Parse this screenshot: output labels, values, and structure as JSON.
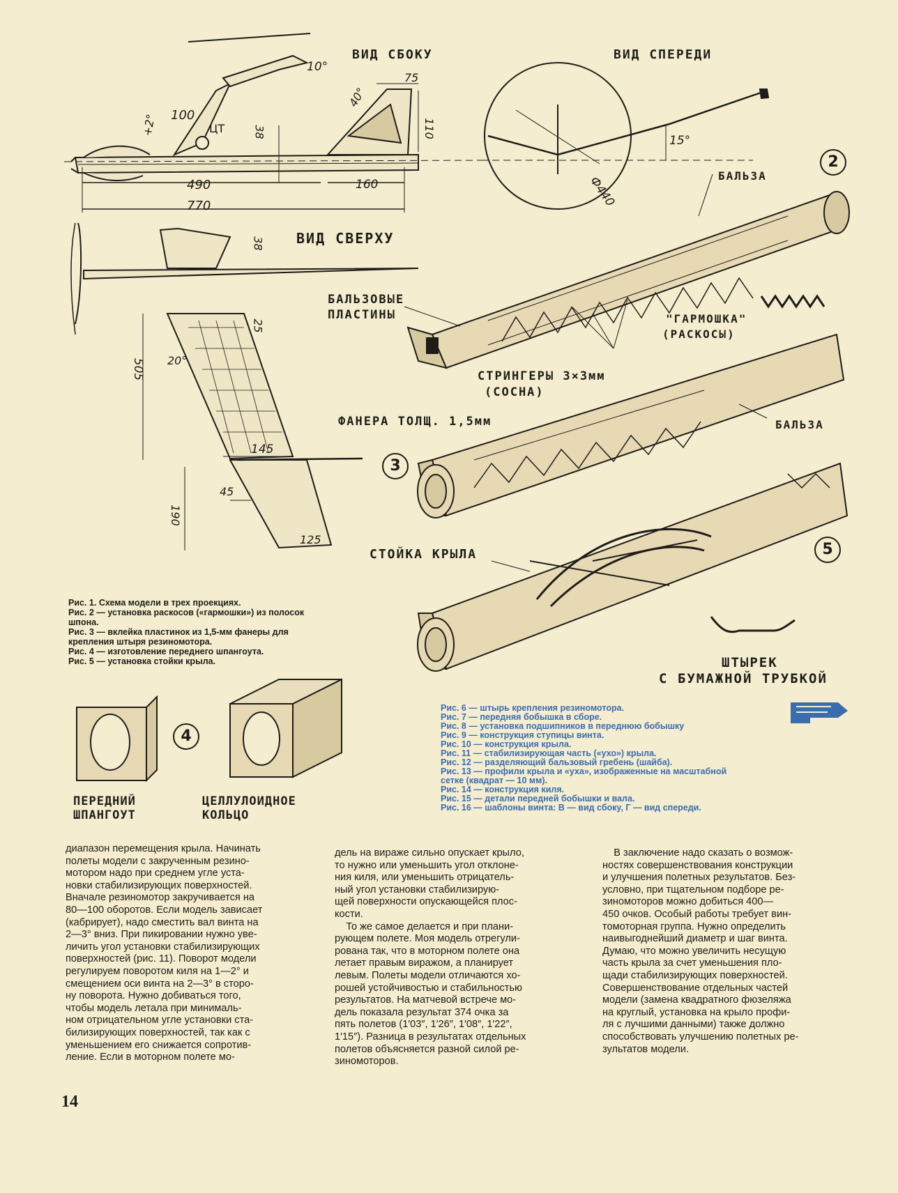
{
  "figure_labels": {
    "side_view": "ВИД СБОКУ",
    "front_view": "ВИД СПЕРЕДИ",
    "top_view": "ВИД СВЕРХУ",
    "balsa_top": "БАЛЬЗА",
    "balsa_plates_1": "БАЛЬЗОВЫЕ",
    "balsa_plates_2": "ПЛАСТИНЫ",
    "accordion_1": "\"ГАРМОШКА\"",
    "accordion_2": "(РАСКОСЫ)",
    "stringers_1": "СТРИНГЕРЫ 3×3мм",
    "stringers_2": "(СОСНА)",
    "plywood": "ФАНЕРА ТОЛЩ. 1,5мм",
    "balsa_mid": "БАЛЬЗА",
    "wing_strut": "СТОЙКА КРЫЛА",
    "pin_1": "ШТЫРЕК",
    "pin_2": "С БУМАЖНОЙ ТРУБКОЙ",
    "front_frame_1": "ПЕРЕДНИЙ",
    "front_frame_2": "ШПАНГОУТ",
    "celluloid_1": "ЦЕЛЛУЛОИДНОЕ",
    "celluloid_2": "КОЛЬЦО"
  },
  "figure_numbers": {
    "n2": "2",
    "n3": "3",
    "n4": "4",
    "n5": "5"
  },
  "dimensions": {
    "d10": "10°",
    "d75": "75",
    "d40": "40°",
    "d2": "+2°",
    "d100": "100",
    "cg": "ЦТ",
    "d38a": "38",
    "d110": "110",
    "d490": "490",
    "d160": "160",
    "d770": "770",
    "d15": "15°",
    "d440": "Ф440",
    "d38b": "38",
    "d25": "25",
    "d505": "505",
    "d20": "20°",
    "d145": "145",
    "d45": "45",
    "d190": "190",
    "d125": "125"
  },
  "captions_left": [
    "Рис. 1. Схема модели в трех проекциях.",
    "Рис. 2 — установка раскосов («гармошки») из полосок",
    "шпона.",
    "Рис. 3 — вклейка пластинок из 1,5-мм фанеры для",
    "крепления штыря резиномотора.",
    "Рис. 4 — изготовление переднего шпангоута.",
    "Рис. 5 — установка стойки крыла."
  ],
  "captions_right": [
    "Рис. 6 — штырь крепления резиномотора.",
    "Рис. 7 — передняя бобышка в сборе.",
    "Рис. 8 — установка подшипников в переднюю бобышку",
    "Рис. 9 — конструкция ступицы винта.",
    "Рис. 10 — конструкция крыла.",
    "Рис. 11 — стабилизирующая часть («ухо») крыла.",
    "Рис. 12 — разделяющий бальзовый гребень (шайба).",
    "Рис. 13 — профили крыла и «уха», изображенные на масштабной",
    "сетке (квадрат — 10 мм).",
    "Рис. 14 — конструкция киля.",
    "Рис. 15 — детали передней бобышки и вала.",
    "Рис. 16 — шаблоны винта: В — вид сбоку, Г — вид спереди."
  ],
  "columns": {
    "col1": [
      "диапазон перемещения крыла. Начинать",
      "полеты модели с закрученным резино-",
      "мотором надо при среднем угле уста-",
      "новки стабилизирующих поверхностей.",
      "Вначале резиномотор закручивается на",
      "80—100 оборотов. Если модель зависает",
      "(кабрирует), надо сместить вал винта на",
      "2—3° вниз. При пикировании нужно уве-",
      "личить угол установки стабилизирующих",
      "поверхностей (рис. 11). Поворот модели",
      "регулируем поворотом киля на 1—2° и",
      "смещением оси винта на 2—3° в сторо-",
      "ну поворота. Нужно добиваться того,",
      "чтобы модель летала при минималь-",
      "ном отрицательном угле установки ста-",
      "билизирующих поверхностей, так как с",
      "уменьшением его снижается сопротив-",
      "ление. Если в моторном полете мо-"
    ],
    "col2": [
      "дель на вираже сильно опускает крыло,",
      "то нужно или уменьшить угол отклоне-",
      "ния киля, или уменьшить отрицатель-",
      "ный угол установки стабилизирую-",
      "щей поверхности опускающейся плос-",
      "кости.",
      "    То же самое делается и при плани-",
      "рующем полете. Моя модель отрегули-",
      "рована так, что в моторном полете она",
      "летает правым виражом, а планирует",
      "левым. Полеты модели отличаются хо-",
      "рошей устойчивостью и стабильностью",
      "результатов. На матчевой встрече мо-",
      "дель показала результат 374 очка за",
      "пять полетов (1′03″, 1′26″, 1′08″, 1′22″,",
      "1′15″). Разница в результатах отдельных",
      "полетов объясняется разной силой ре-",
      "зиномоторов."
    ],
    "col3": [
      "    В заключение надо сказать о возмож-",
      "ностях совершенствования конструкции",
      "и улучшения полетных результатов. Без-",
      "условно, при тщательном подборе ре-",
      "зиномоторов можно добиться 400—",
      "450 очков. Особый работы требует вин-",
      "томоторная группа. Нужно определить",
      "наивыгоднейший диаметр и шаг винта.",
      "Думаю, что можно увеличить несущую",
      "часть крыла за счет уменьшения пло-",
      "щади стабилизирующих поверхностей.",
      "Совершенствование отдельных частей",
      "модели (замена квадратного фюзеляжа",
      "на круглый, установка на крыло профи-",
      "ля с лучшими данными) также должно",
      "способствовать улучшению полетных ре-",
      "зультатов модели."
    ]
  },
  "page_number": "14",
  "colors": {
    "paper": "#f4edcf",
    "ink": "#1e1c18",
    "blue": "#3a6cb0",
    "wood": "#e6d9b4"
  }
}
